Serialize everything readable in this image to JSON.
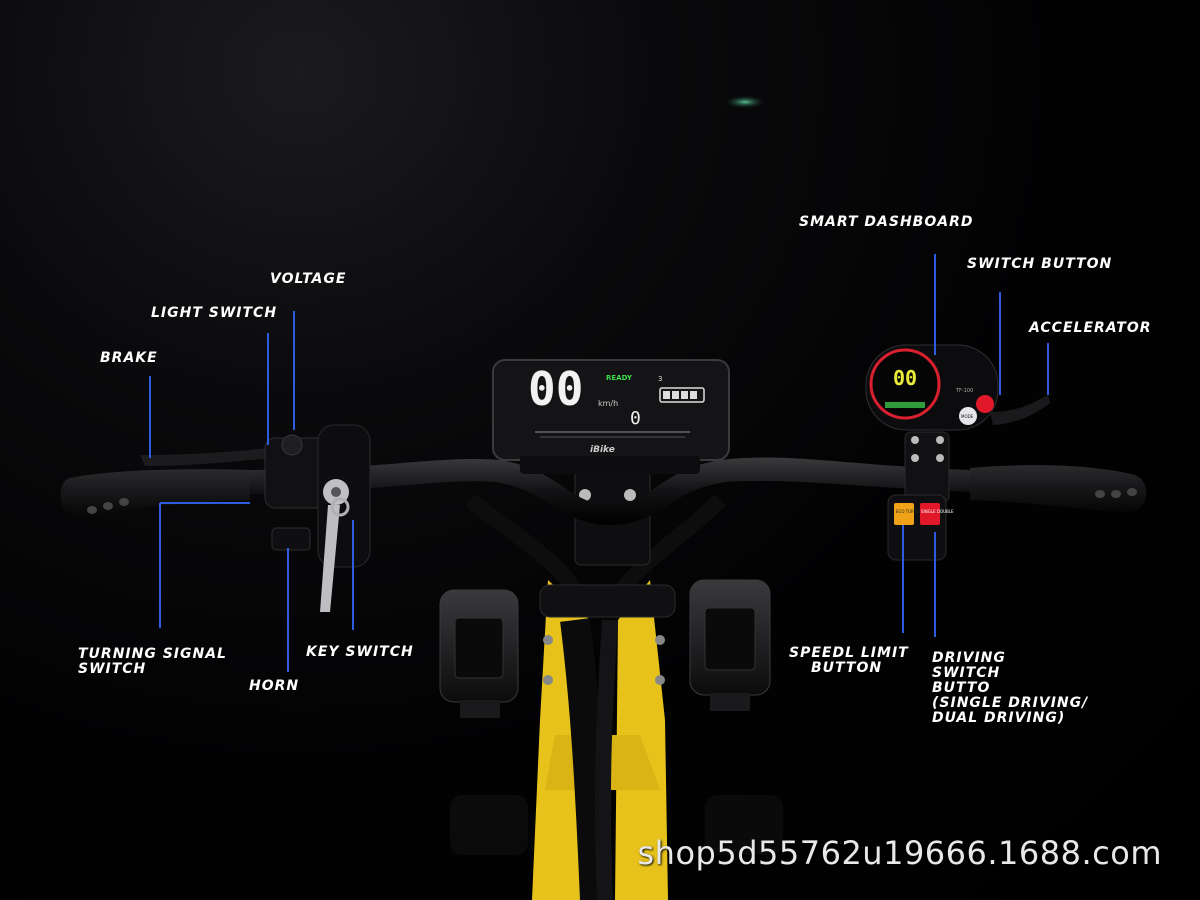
{
  "labels": {
    "brake": "BRAKE",
    "light_switch": "LIGHT SWITCH",
    "voltage": "VOLTAGE",
    "turning_signal_line1": "TURNING SIGNAL",
    "turning_signal_line2": "SWITCH",
    "horn": "HORN",
    "key_switch": "KEY SWITCH",
    "smart_dashboard": "SMART DASHBOARD",
    "switch_button": "SWITCH BUTTON",
    "accelerator": "ACCELERATOR",
    "speed_limit_line1": "SPEEDL LIMIT",
    "speed_limit_line2": "BUTTON",
    "driving_line1": "DRIVING",
    "driving_line2": "SWITCH",
    "driving_line3": "BUTTO",
    "driving_line4": "(SINGLE DRIVING/",
    "driving_line5": "DUAL DRIVING)"
  },
  "dashboard": {
    "speed": "00",
    "unit": "km/h",
    "status": "READY",
    "trip": "0",
    "gear": "3",
    "brand": "iBike"
  },
  "right_display": {
    "speed": "00",
    "model": "TF-100",
    "mode_button": "MODE",
    "eco_label": "ECO TURBO",
    "single_double_label": "SINGLE DOUBLE"
  },
  "watermark": "shop5d55762u19666.1688.com",
  "colors": {
    "callout_line": "#2f5be0",
    "label_text": "#ffffff",
    "ready_green": "#3ddc4a",
    "frame_yellow": "#e7c21a",
    "power_red": "#e0182a"
  }
}
